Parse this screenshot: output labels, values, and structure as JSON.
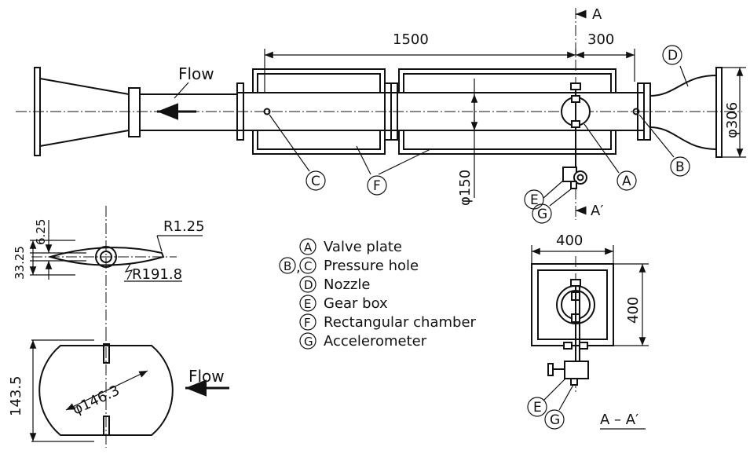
{
  "dimensions": {
    "length_1500": "1500",
    "length_300": "300",
    "dia_306": "φ306",
    "dia_150": "φ150",
    "thick_6_25": "6.25",
    "thick_33_25": "33.25",
    "radius_1_25": "R1.25",
    "radius_191_8": "R191.8",
    "height_143_5": "143.5",
    "dia_146_3": "φ146.3",
    "width_400": "400",
    "height_400": "400"
  },
  "labels": {
    "flow_top": "Flow",
    "flow_bottom": "Flow",
    "section_a_top": "A",
    "section_a_bottom": "A′",
    "section_title": "A – A′"
  },
  "callouts": {
    "A": "A",
    "B": "B",
    "C": "C",
    "D": "D",
    "E": "E",
    "F": "F",
    "G": "G",
    "E2": "E",
    "G2": "G"
  },
  "legend": [
    {
      "key": "A",
      "text": "Valve plate"
    },
    {
      "key": "B,C",
      "text": "Pressure hole"
    },
    {
      "key": "D",
      "text": "Nozzle"
    },
    {
      "key": "E",
      "text": "Gear box"
    },
    {
      "key": "F",
      "text": "Rectangular chamber"
    },
    {
      "key": "G",
      "text": "Accelerometer"
    }
  ]
}
